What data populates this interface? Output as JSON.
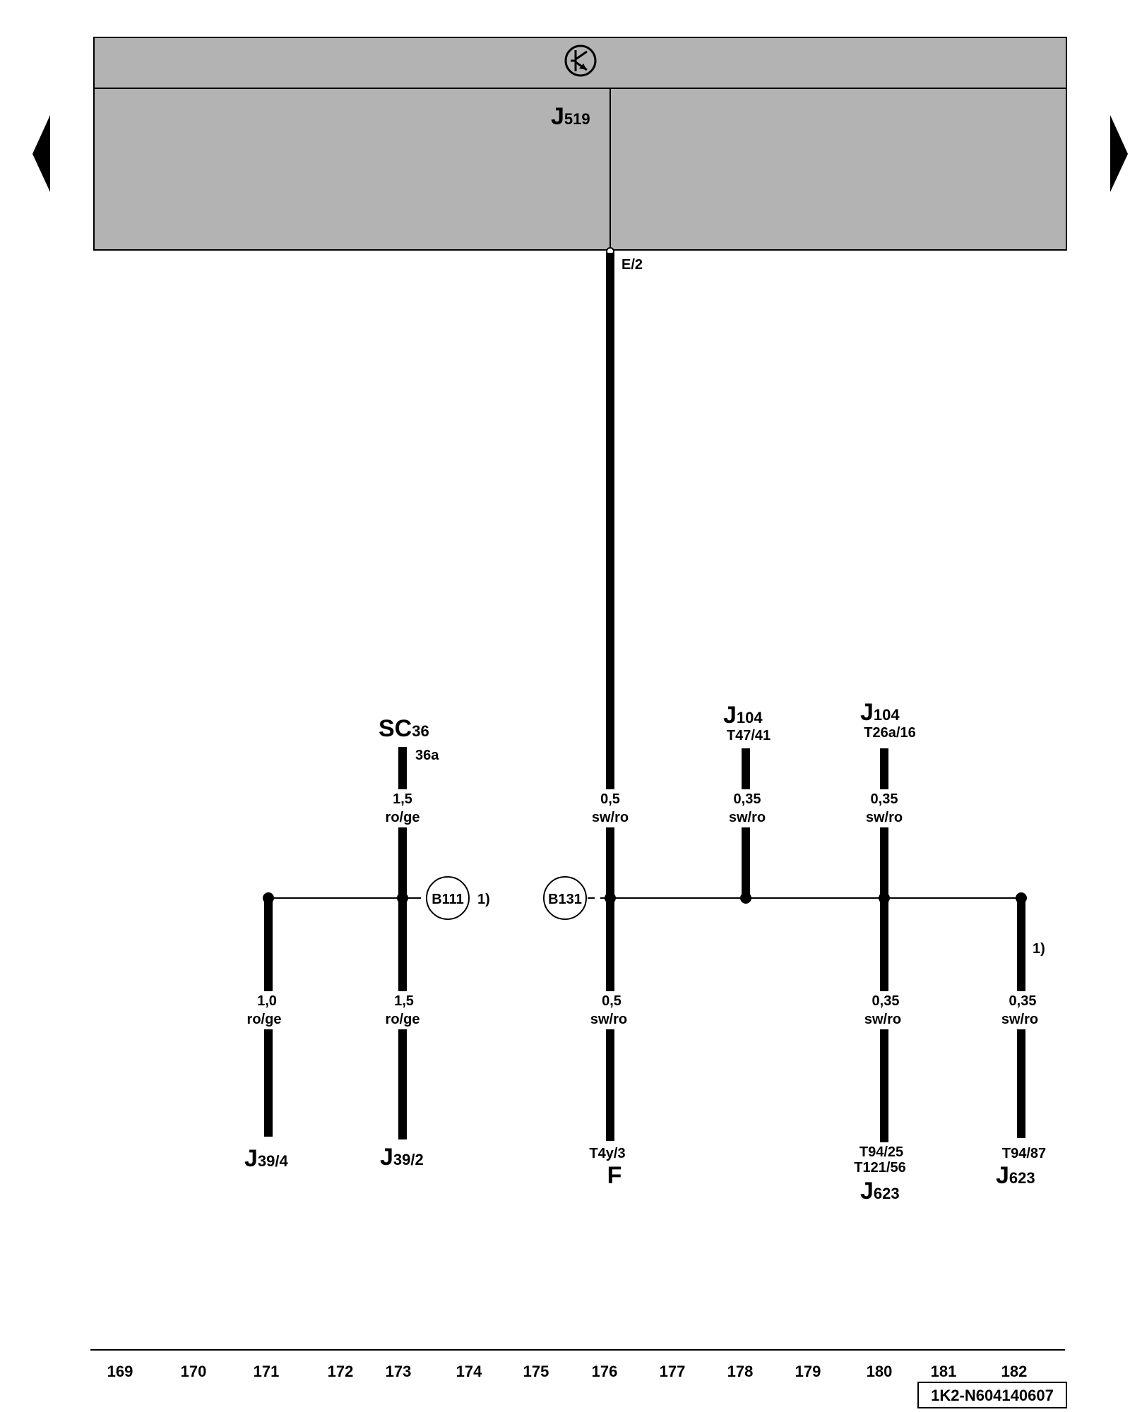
{
  "colors": {
    "module_fill": "#b3b3b3",
    "wire": "#000000",
    "background": "#ffffff"
  },
  "nav": {
    "prev_icon": "triangle-left-icon",
    "next_icon": "triangle-right-icon"
  },
  "module": {
    "main": "J",
    "sub": "519",
    "terminal_icon": "transistor-symbol-icon",
    "pin": "E/2"
  },
  "top_refs": {
    "sc": {
      "main": "SC",
      "sub": "36",
      "pin": "36a"
    },
    "j104a": {
      "main": "J",
      "sub": "104",
      "pin": "T47/41"
    },
    "j104b": {
      "main": "J",
      "sub": "104",
      "pin": "T26a/16"
    }
  },
  "wires": {
    "sc_top": {
      "size": "1,5",
      "color": "ro/ge"
    },
    "main_top": {
      "size": "0,5",
      "color": "sw/ro"
    },
    "j104a_top": {
      "size": "0,35",
      "color": "sw/ro"
    },
    "j104b_top": {
      "size": "0,35",
      "color": "sw/ro"
    },
    "j39_4": {
      "size": "1,0",
      "color": "ro/ge"
    },
    "j39_2": {
      "size": "1,5",
      "color": "ro/ge"
    },
    "f": {
      "size": "0,5",
      "color": "sw/ro"
    },
    "j623a": {
      "size": "0,35",
      "color": "sw/ro"
    },
    "j623b": {
      "size": "0,35",
      "color": "sw/ro"
    }
  },
  "connectors": {
    "b111": "B111",
    "b131": "B131",
    "note_1": "1)",
    "note_2": "1)"
  },
  "bottom_refs": {
    "j39_4": {
      "main": "J",
      "sub": "39/4"
    },
    "j39_2": {
      "main": "J",
      "sub": "39/2"
    },
    "f": {
      "pin": "T4y/3",
      "main": "F"
    },
    "j623a": {
      "pin1": "T94/25",
      "pin2": "T121/56",
      "main": "J",
      "sub": "623"
    },
    "j623b": {
      "pin": "T94/87",
      "main": "J",
      "sub": "623"
    }
  },
  "scale": [
    "169",
    "170",
    "171",
    "172",
    "173",
    "174",
    "175",
    "176",
    "177",
    "178",
    "179",
    "180",
    "181",
    "182"
  ],
  "diagram_code": "1K2-N604140607"
}
